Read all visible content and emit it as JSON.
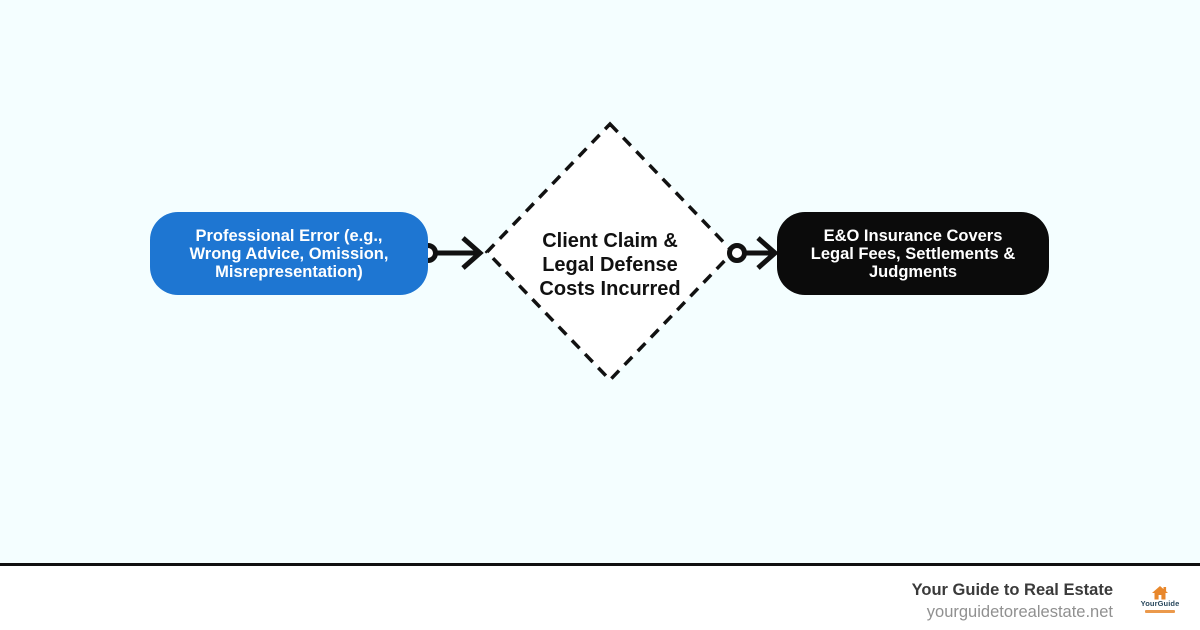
{
  "background_color": "#f4feff",
  "flowchart": {
    "nodes": [
      {
        "id": "professional-error",
        "label": "Professional Error (e.g.,\nWrong Advice, Omission,\nMisrepresentation)",
        "shape": "rounded-rect",
        "fill": "#1e76d2",
        "text_color": "#ffffff"
      },
      {
        "id": "client-claim",
        "label": "Client Claim &\nLegal Defense\nCosts Incurred",
        "shape": "diamond-dashed",
        "fill": "#ffffff",
        "border_color": "#111111",
        "text_color": "#111111"
      },
      {
        "id": "insurance-coverage",
        "label": "E&O Insurance Covers\nLegal Fees, Settlements &\nJudgments",
        "shape": "rounded-rect",
        "fill": "#0b0b0b",
        "text_color": "#ffffff"
      }
    ],
    "connectors": [
      {
        "from": "professional-error",
        "to": "client-claim",
        "style": "circle-start arrow-end",
        "color": "#111111"
      },
      {
        "from": "client-claim",
        "to": "insurance-coverage",
        "style": "circle-start arrow-end",
        "color": "#111111"
      }
    ]
  },
  "footer": {
    "brand": "Your Guide to Real Estate",
    "website": "yourguidetorealestate.net",
    "logo_text": "YourGuide",
    "logo_accent_color": "#e8872b"
  }
}
